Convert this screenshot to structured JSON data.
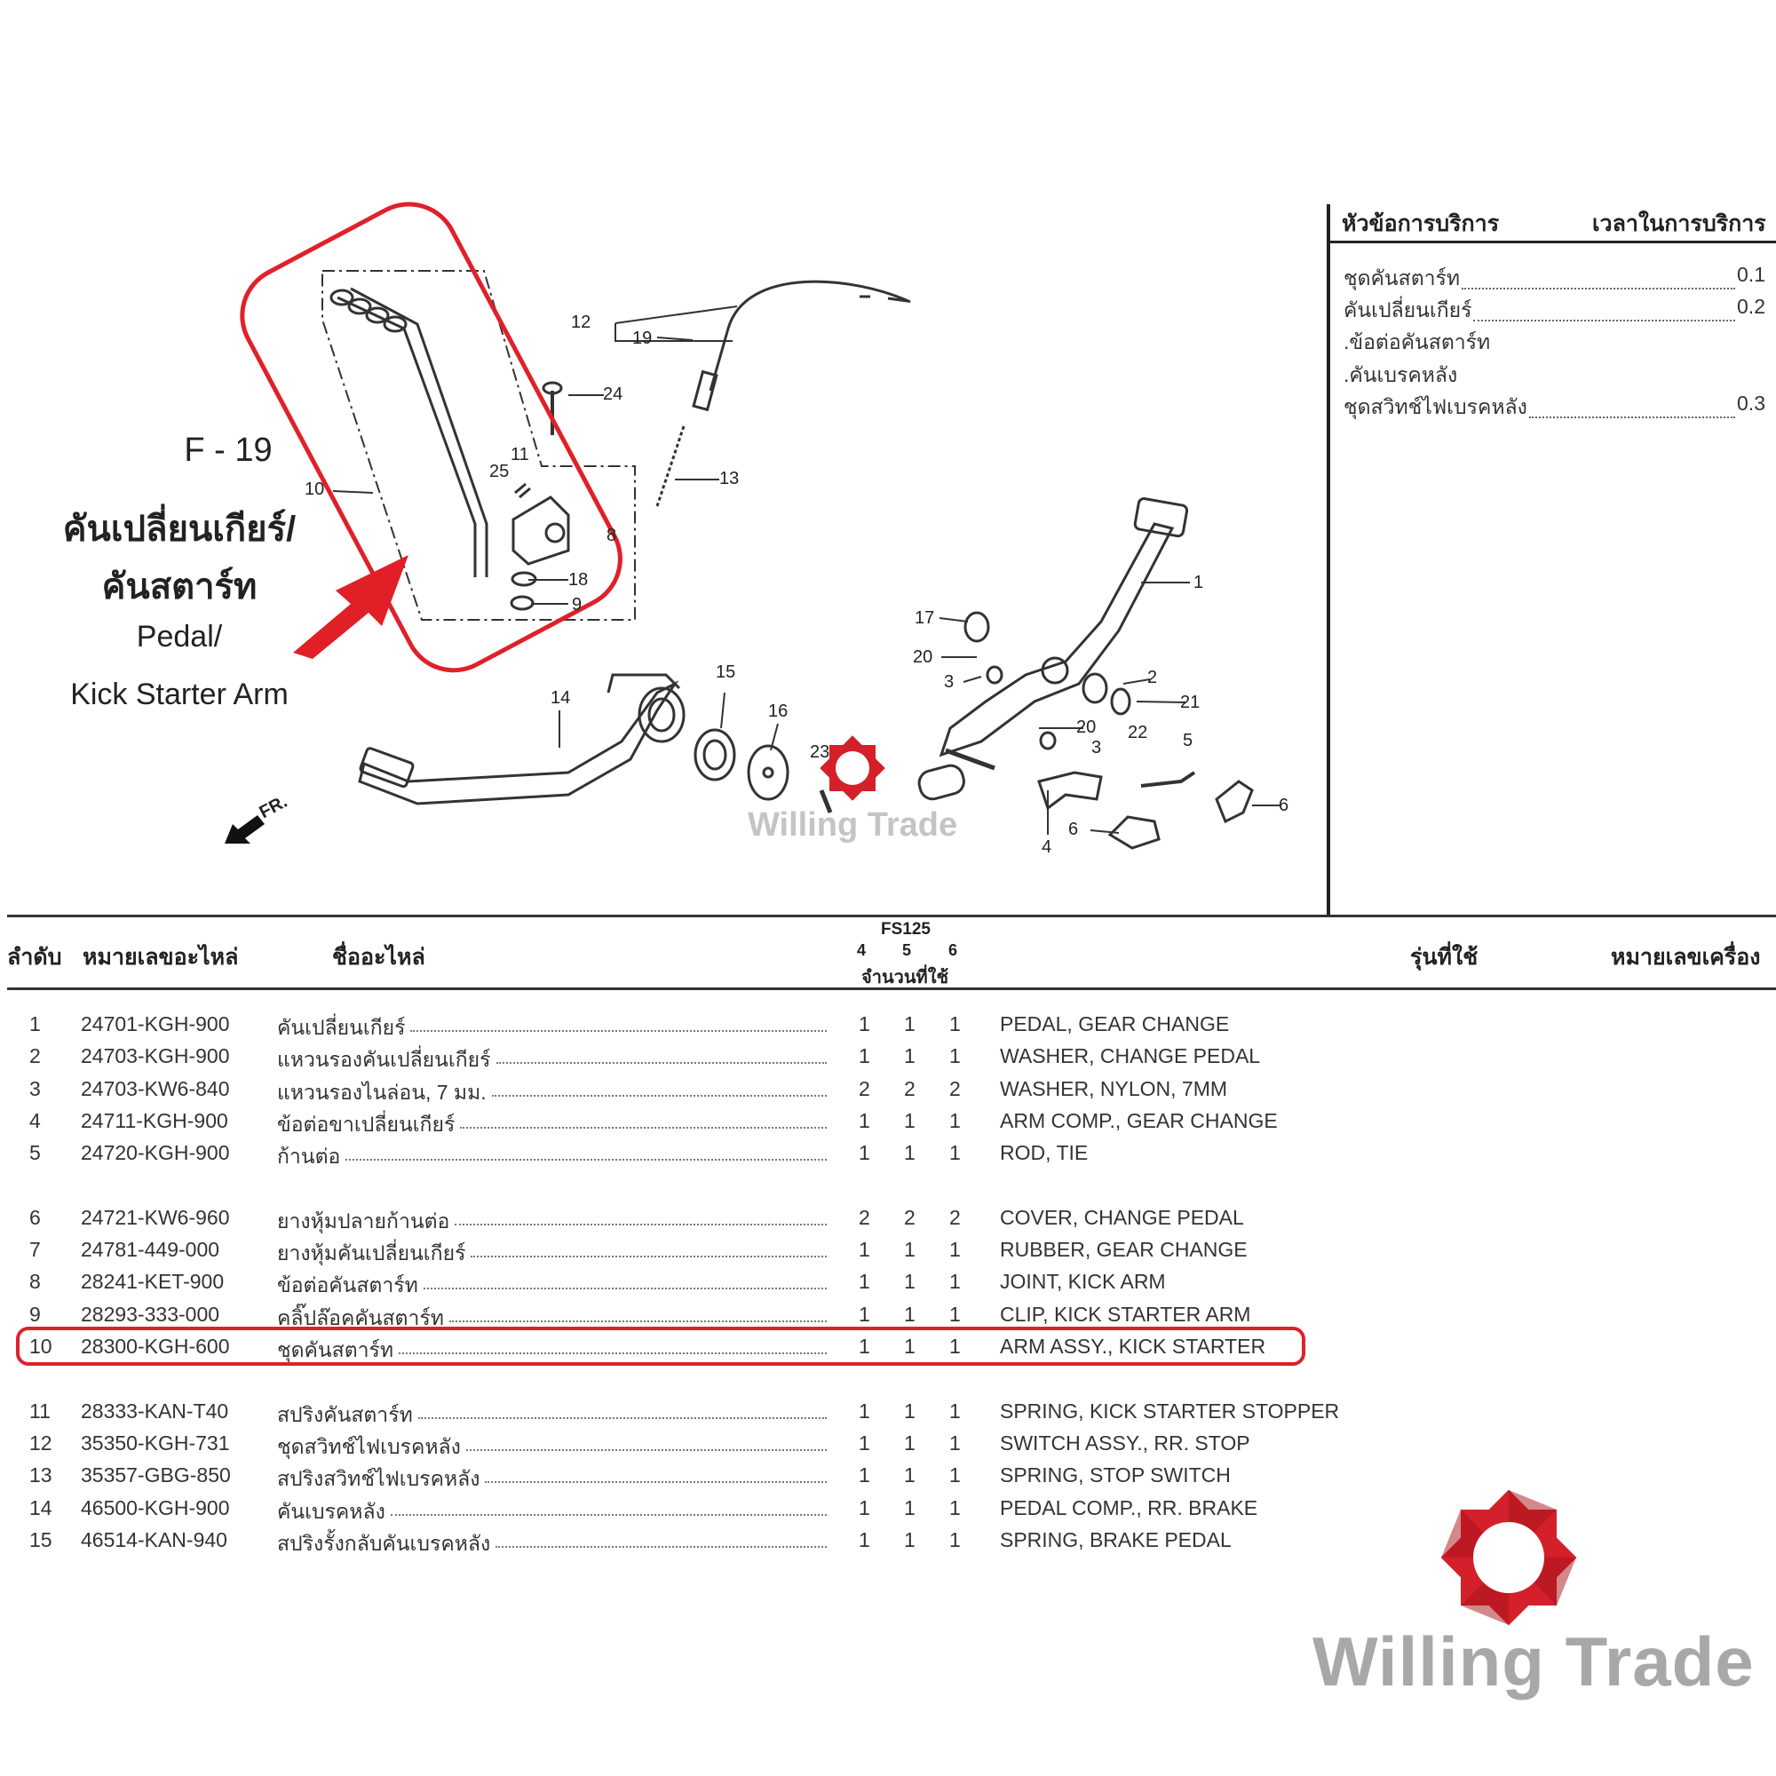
{
  "figure": {
    "code": "F - 19",
    "title_th_line1": "คันเปลี่ยนเกียร์/",
    "title_th_line2": "คันสตาร์ท",
    "title_en_line1": "Pedal/",
    "title_en_line2": "Kick Starter Arm",
    "front_marker": "FR.",
    "callouts": [
      "12",
      "19",
      "24",
      "13",
      "11",
      "25",
      "10",
      "8",
      "18",
      "9",
      "1",
      "17",
      "20",
      "3",
      "2",
      "21",
      "15",
      "16",
      "14",
      "20",
      "3",
      "22",
      "5",
      "23",
      "6",
      "6",
      "4"
    ]
  },
  "service": {
    "header_topic": "หัวข้อการบริการ",
    "header_time": "เวลาในการบริการ",
    "items": [
      {
        "label": "ชุดคันสตาร์ท",
        "time": "0.1"
      },
      {
        "label": "คันเปลี่ยนเกียร์",
        "time": "0.2"
      },
      {
        "label": ".ข้อต่อคันสตาร์ท",
        "time": null
      },
      {
        "label": ".คันเบรคหลัง",
        "time": null
      },
      {
        "label": "ชุดสวิทช์ไฟเบรคหลัง",
        "time": "0.3"
      }
    ]
  },
  "table": {
    "headers": {
      "index": "ลำดับ",
      "part_no": "หมายเลขอะไหล่",
      "name": "ชื่ออะไหล่",
      "model": "FS125",
      "variants": [
        "4",
        "5",
        "6"
      ],
      "qty": "จำนวนที่ใช้",
      "applicable": "รุ่นที่ใช้",
      "engine_no": "หมายเลขเครื่อง"
    },
    "highlight_row": "10",
    "rows": [
      {
        "no": "1",
        "part": "24701-KGH-900",
        "th": "คันเปลี่ยนเกียร์",
        "q": [
          "1",
          "1",
          "1"
        ],
        "en": "PEDAL, GEAR CHANGE"
      },
      {
        "no": "2",
        "part": "24703-KGH-900",
        "th": "แหวนรองคันเปลี่ยนเกียร์",
        "q": [
          "1",
          "1",
          "1"
        ],
        "en": "WASHER, CHANGE PEDAL"
      },
      {
        "no": "3",
        "part": "24703-KW6-840",
        "th": "แหวนรองไนล่อน, 7 มม.",
        "q": [
          "2",
          "2",
          "2"
        ],
        "en": "WASHER, NYLON, 7MM"
      },
      {
        "no": "4",
        "part": "24711-KGH-900",
        "th": "ข้อต่อขาเปลี่ยนเกียร์",
        "q": [
          "1",
          "1",
          "1"
        ],
        "en": "ARM COMP., GEAR CHANGE"
      },
      {
        "no": "5",
        "part": "24720-KGH-900",
        "th": "ก้านต่อ",
        "q": [
          "1",
          "1",
          "1"
        ],
        "en": "ROD, TIE"
      },
      {
        "no": "6",
        "part": "24721-KW6-960",
        "th": "ยางหุ้มปลายก้านต่อ",
        "q": [
          "2",
          "2",
          "2"
        ],
        "en": "COVER, CHANGE PEDAL"
      },
      {
        "no": "7",
        "part": "24781-449-000",
        "th": "ยางหุ้มคันเปลี่ยนเกียร์",
        "q": [
          "1",
          "1",
          "1"
        ],
        "en": "RUBBER, GEAR CHANGE"
      },
      {
        "no": "8",
        "part": "28241-KET-900",
        "th": "ข้อต่อคันสตาร์ท",
        "q": [
          "1",
          "1",
          "1"
        ],
        "en": "JOINT, KICK ARM"
      },
      {
        "no": "9",
        "part": "28293-333-000",
        "th": "คลิ๊ปล๊อคคันสตาร์ท",
        "q": [
          "1",
          "1",
          "1"
        ],
        "en": "CLIP, KICK STARTER ARM"
      },
      {
        "no": "10",
        "part": "28300-KGH-600",
        "th": "ชุดคันสตาร์ท",
        "q": [
          "1",
          "1",
          "1"
        ],
        "en": "ARM ASSY., KICK STARTER"
      },
      {
        "no": "11",
        "part": "28333-KAN-T40",
        "th": "สปริงคันสตาร์ท",
        "q": [
          "1",
          "1",
          "1"
        ],
        "en": "SPRING, KICK STARTER STOPPER"
      },
      {
        "no": "12",
        "part": "35350-KGH-731",
        "th": "ชุดสวิทช์ไฟเบรคหลัง",
        "q": [
          "1",
          "1",
          "1"
        ],
        "en": "SWITCH ASSY., RR. STOP"
      },
      {
        "no": "13",
        "part": "35357-GBG-850",
        "th": "สปริงสวิทช์ไฟเบรคหลัง",
        "q": [
          "1",
          "1",
          "1"
        ],
        "en": "SPRING, STOP SWITCH"
      },
      {
        "no": "14",
        "part": "46500-KGH-900",
        "th": "คันเบรคหลัง",
        "q": [
          "1",
          "1",
          "1"
        ],
        "en": "PEDAL COMP., RR. BRAKE"
      },
      {
        "no": "15",
        "part": "46514-KAN-940",
        "th": "สปริงรั้งกลับคันเบรคหลัง",
        "q": [
          "1",
          "1",
          "1"
        ],
        "en": "SPRING, BRAKE PEDAL"
      }
    ]
  },
  "watermark": {
    "text": "Willing Trade"
  },
  "logo": {
    "text": "Willing Trade"
  },
  "colors": {
    "highlight": "#e0202a",
    "logo_red": "#d4202a",
    "logo_gray": "#a8a8a8"
  }
}
